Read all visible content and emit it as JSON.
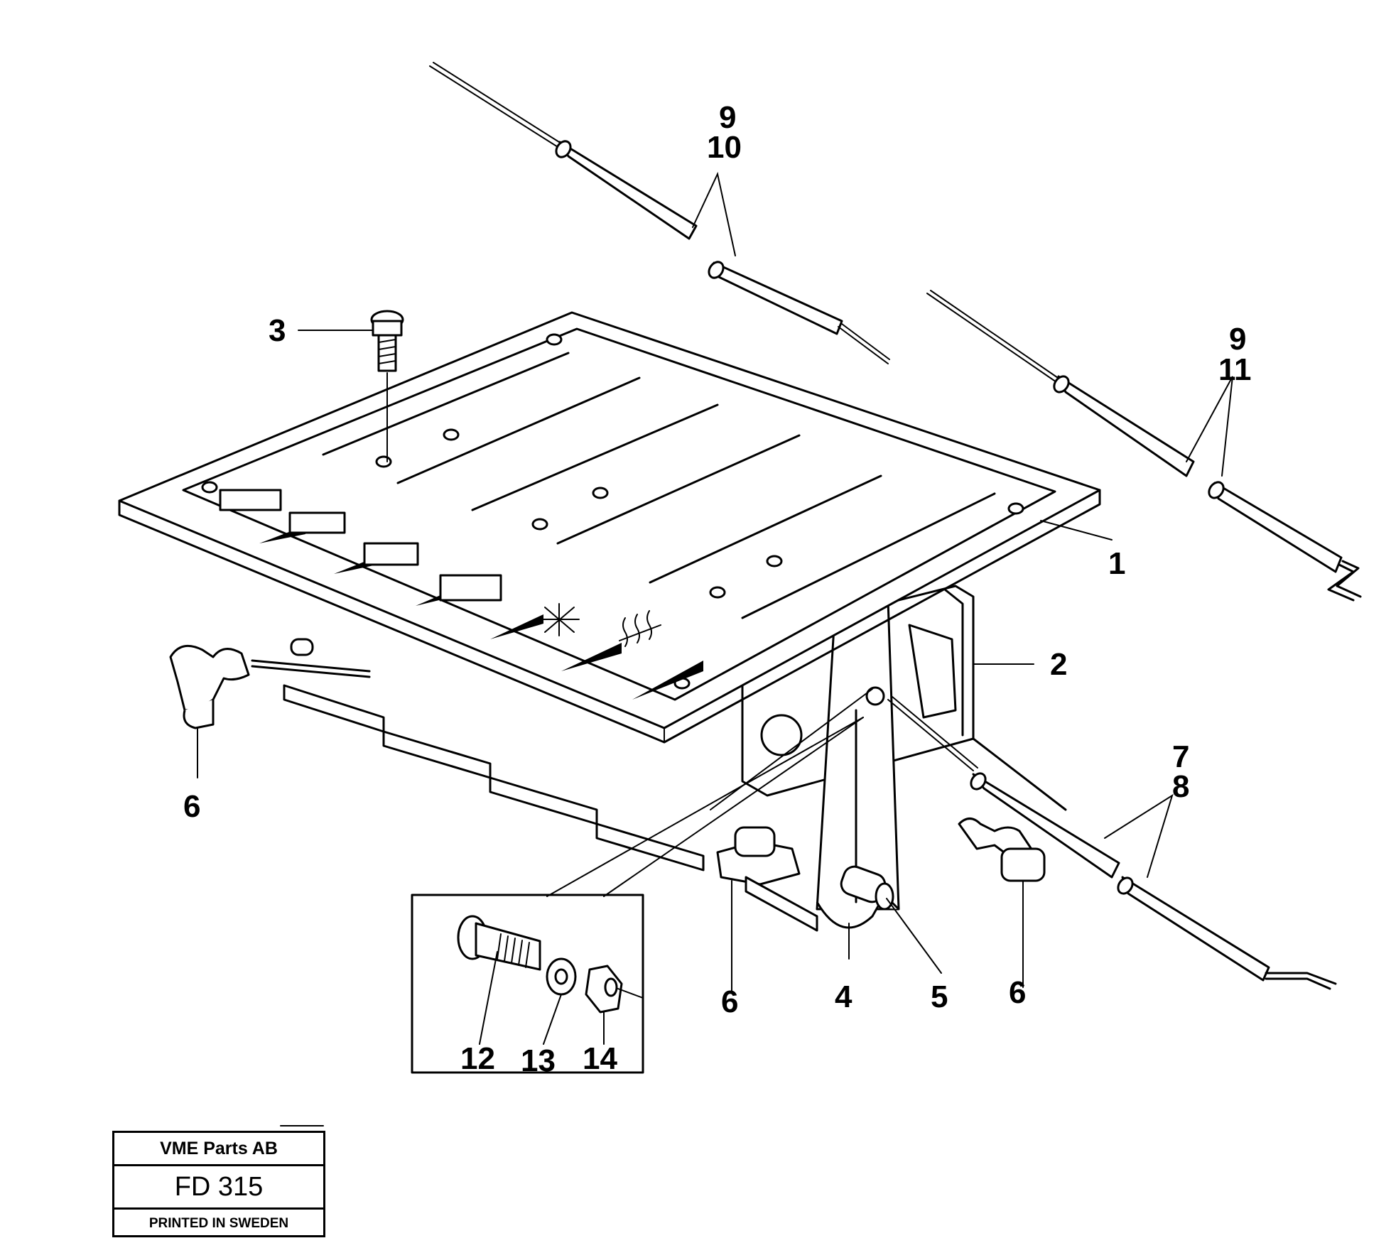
{
  "diagram": {
    "callouts": {
      "c1": "1",
      "c2": "2",
      "c3": "3",
      "c4": "4",
      "c5": "5",
      "c6a": "6",
      "c6b": "6",
      "c6c": "6",
      "c7": "7",
      "c8": "8",
      "c9a": "9",
      "c10": "10",
      "c9b": "9",
      "c11": "11",
      "c12": "12",
      "c13": "13",
      "c14": "14"
    }
  },
  "title_block": {
    "company": "VME Parts AB",
    "code": "FD 315",
    "printed": "PRINTED IN SWEDEN"
  }
}
